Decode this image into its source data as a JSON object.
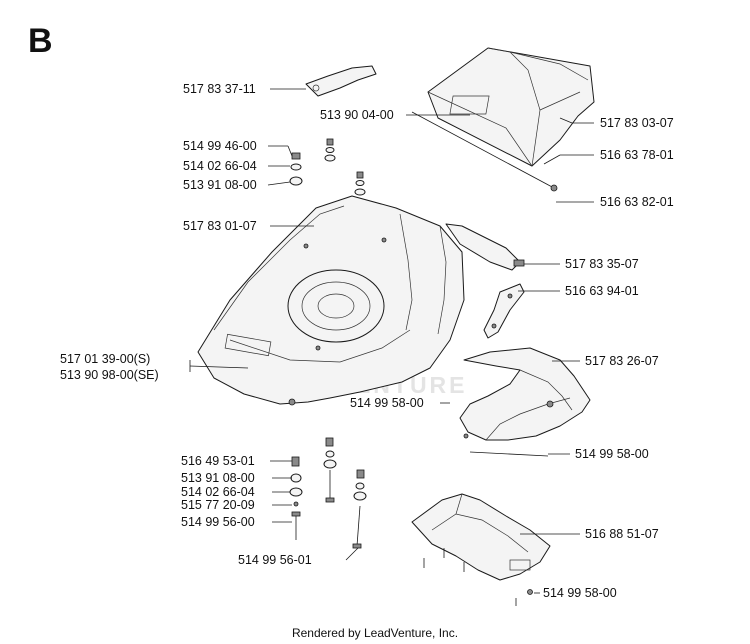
{
  "section_letter": "B",
  "watermark": "LEADVENTURE",
  "footer_credit": "Rendered by LeadVenture, Inc.",
  "part_labels": {
    "p_517_83_37_11": "517 83 37-11",
    "p_514_99_46_00": "514 99 46-00",
    "p_514_02_66_04_top": "514 02 66-04",
    "p_513_91_08_00_top": "513 91 08-00",
    "p_517_83_01_07": "517 83 01-07",
    "p_513_90_04_00": "513 90 04-00",
    "p_517_83_03_07": "517 83 03-07",
    "p_516_63_78_01": "516 63 78-01",
    "p_516_63_82_01": "516 63 82-01",
    "p_517_83_35_07": "517 83 35-07",
    "p_516_63_94_01": "516 63 94-01",
    "p_517_01_39_00_s": "517 01 39-00(S)",
    "p_513_90_98_00_se": "513 90 98-00(SE)",
    "p_517_83_26_07": "517 83 26-07",
    "p_514_99_58_00_mid": "514 99 58-00",
    "p_514_99_58_00_right": "514 99 58-00",
    "p_516_49_53_01": "516 49 53-01",
    "p_513_91_08_00_bot": "513 91 08-00",
    "p_514_02_66_04_bot": "514 02 66-04",
    "p_515_77_20_09": "515 77 20-09",
    "p_514_99_56_00": "514 99 56-00",
    "p_516_88_51_07": "516 88 51-07",
    "p_514_99_56_01": "514 99 56-01",
    "p_514_99_58_00_bot": "514 99 58-00"
  }
}
